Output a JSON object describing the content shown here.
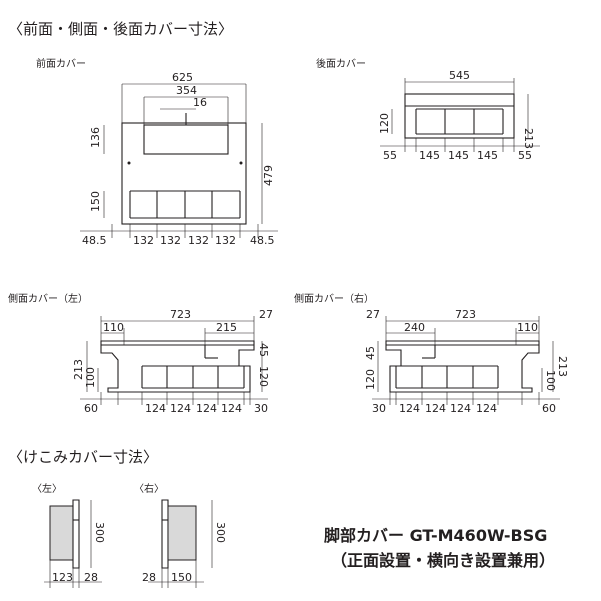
{
  "headings": {
    "main": "〈前面・側面・後面カバー寸法〉",
    "kick": "〈けこみカバー寸法〉"
  },
  "labels": {
    "front": "前面カバー",
    "back": "後面カバー",
    "side_left": "側面カバー（左）",
    "side_right": "側面カバー（右）",
    "kick_left": "〈左〉",
    "kick_right": "〈右〉"
  },
  "product": {
    "line1": "脚部カバー GT-M460W-BSG",
    "line2": "（正面設置・横向き設置兼用）"
  },
  "front_dims": {
    "width": "625",
    "inner": "354",
    "gap": "16",
    "top_h": "136",
    "bottom_h": "150",
    "height": "479",
    "margin_l": "48.5",
    "seg1": "132",
    "seg2": "132",
    "seg3": "132",
    "seg4": "132",
    "margin_r": "48.5"
  },
  "back_dims": {
    "width": "545",
    "left_h": "120",
    "right_h": "213",
    "m_l": "55",
    "s1": "145",
    "s2": "145",
    "s3": "145",
    "m_r": "55"
  },
  "side_left_dims": {
    "width": "723",
    "top_l": "110",
    "top_r": "215",
    "right_top": "27",
    "h_total": "213",
    "h_inner": "100",
    "h_r1": "45",
    "h_r2": "120",
    "m_l": "60",
    "s1": "124",
    "s2": "124",
    "s3": "124",
    "s4": "124",
    "m_r": "30"
  },
  "side_right_dims": {
    "width": "723",
    "left_top": "27",
    "top_l": "240",
    "top_r": "110",
    "h_l1": "45",
    "h_l2": "120",
    "h_inner": "100",
    "h_total": "213",
    "m_l": "30",
    "s1": "124",
    "s2": "124",
    "s3": "124",
    "s4": "124",
    "m_r": "60"
  },
  "kick_left_dims": {
    "h": "300",
    "w1": "123",
    "w2": "28"
  },
  "kick_right_dims": {
    "h": "300",
    "w1": "28",
    "w2": "150"
  }
}
